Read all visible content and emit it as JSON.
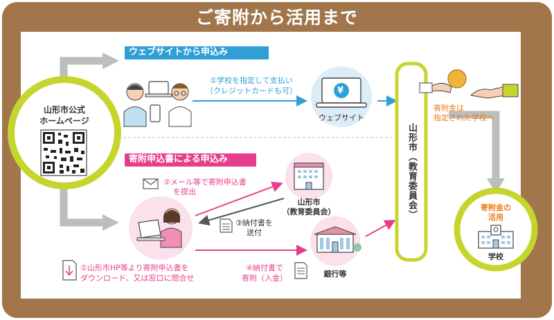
{
  "title": "ご寄附から活用まで",
  "homepage": {
    "line1": "山形市公式",
    "line2": "ホームページ"
  },
  "web_route": {
    "banner": "ウェブサイトから申込み",
    "step1_line1": "①学校を指定して支払い",
    "step1_line2": "（クレジットカードも可）",
    "website_label": "ウェブサイト"
  },
  "form_route": {
    "banner": "寄附申込書による申込み",
    "step2_line1": "②メール等で寄附申込書",
    "step2_line2": "を提出",
    "step3_line1": "③納付書を",
    "step3_line2": "送付",
    "step1_line1": "①山形市HP等より寄附申込書を",
    "step1_line2": "ダウンロード、又は窓口に問合せ",
    "step4_line1": "④納付書で",
    "step4_line2": "寄附（入金）"
  },
  "city_small": {
    "line1": "山形市",
    "line2": "（教育委員会）"
  },
  "bank_label": "銀行等",
  "city_vertical": "山形市（教育委員会）",
  "handover": {
    "line1": "寄附金は",
    "line2": "指定された学校へ"
  },
  "school_circle": {
    "line1": "寄附金の",
    "line2": "活用",
    "school_label": "学校"
  },
  "yen_symbol": "¥",
  "colors": {
    "frame": "#a0764a",
    "blue": "#2f9fd6",
    "pink": "#e53f8b",
    "lime": "#c5d52e",
    "orange": "#ec7d17",
    "gray": "#b9b9b9",
    "dark": "#333333"
  }
}
